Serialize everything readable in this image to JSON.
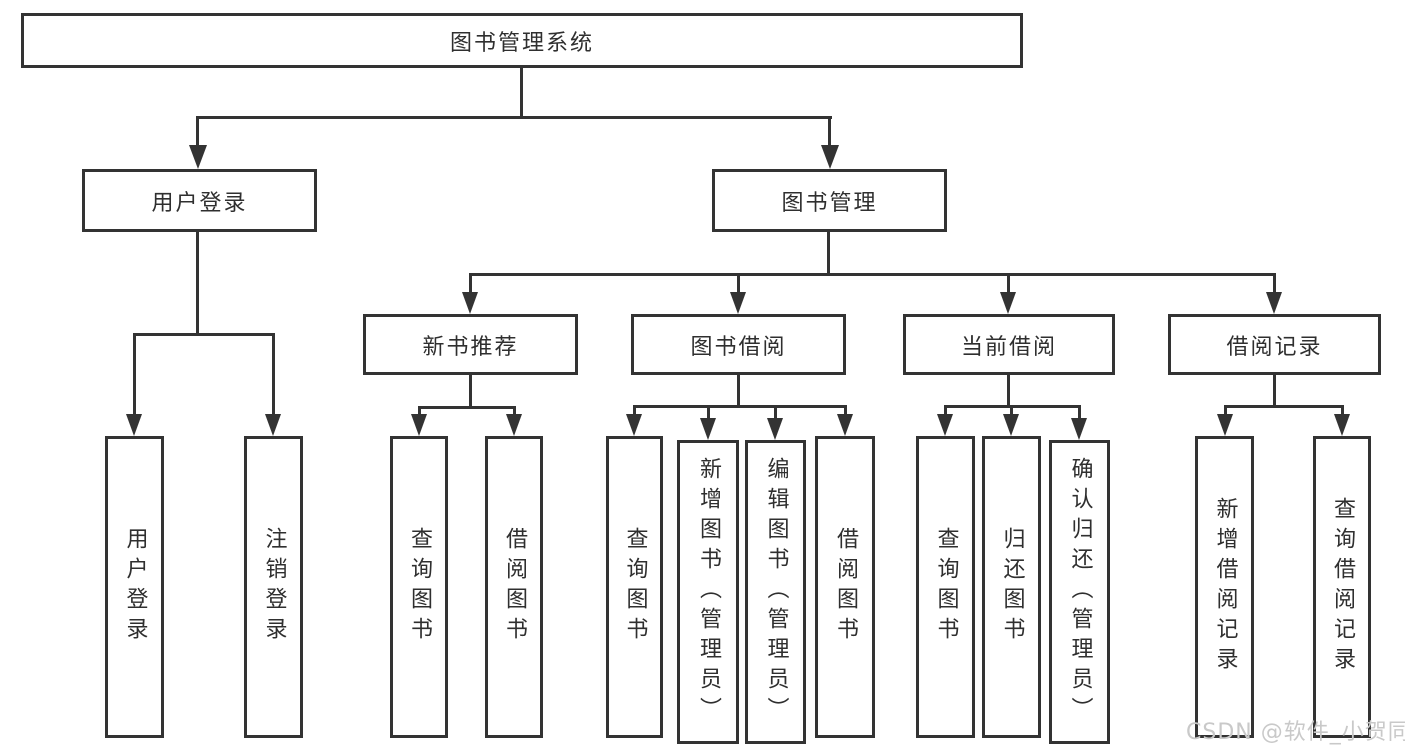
{
  "diagram": {
    "title": "图书管理系统",
    "kind": "function-structure-tree",
    "background": "#ffffff",
    "line_color": "#333333",
    "text_color": "#2f2f2f"
  },
  "nodes": {
    "root": {
      "label": "图书管理系统"
    },
    "user_login": {
      "label": "用户登录"
    },
    "book_mgmt": {
      "label": "图书管理"
    },
    "new_book_rec": {
      "label": "新书推荐"
    },
    "book_borrow": {
      "label": "图书借阅"
    },
    "current_borrow": {
      "label": "当前借阅"
    },
    "borrow_record": {
      "label": "借阅记录"
    },
    "leaf_user_login": {
      "label": "用户登录"
    },
    "leaf_logout": {
      "label": "注销登录"
    },
    "leaf_nbr_query": {
      "label": "查询图书"
    },
    "leaf_nbr_borrow": {
      "label": "借阅图书"
    },
    "leaf_bb_query": {
      "label": "查询图书"
    },
    "leaf_bb_add": {
      "label": "新增图书（管理员）"
    },
    "leaf_bb_edit": {
      "label": "编辑图书（管理员）"
    },
    "leaf_bb_borrow": {
      "label": "借阅图书"
    },
    "leaf_cb_query": {
      "label": "查询图书"
    },
    "leaf_cb_return": {
      "label": "归还图书"
    },
    "leaf_cb_confirm": {
      "label": "确认归还（管理员）"
    },
    "leaf_br_add": {
      "label": "新增借阅记录"
    },
    "leaf_br_query": {
      "label": "查询借阅记录"
    }
  },
  "hierarchy": {
    "label": "图书管理系统",
    "children": [
      {
        "label": "用户登录",
        "children": [
          {
            "label": "用户登录"
          },
          {
            "label": "注销登录"
          }
        ]
      },
      {
        "label": "图书管理",
        "children": [
          {
            "label": "新书推荐",
            "children": [
              {
                "label": "查询图书"
              },
              {
                "label": "借阅图书"
              }
            ]
          },
          {
            "label": "图书借阅",
            "children": [
              {
                "label": "查询图书"
              },
              {
                "label": "新增图书（管理员）"
              },
              {
                "label": "编辑图书（管理员）"
              },
              {
                "label": "借阅图书"
              }
            ]
          },
          {
            "label": "当前借阅",
            "children": [
              {
                "label": "查询图书"
              },
              {
                "label": "归还图书"
              },
              {
                "label": "确认归还（管理员）"
              }
            ]
          },
          {
            "label": "借阅记录",
            "children": [
              {
                "label": "新增借阅记录"
              },
              {
                "label": "查询借阅记录"
              }
            ]
          }
        ]
      }
    ]
  },
  "watermark": {
    "text": "CSDN @软件_小贺同学",
    "color": "#c9c9c9"
  }
}
